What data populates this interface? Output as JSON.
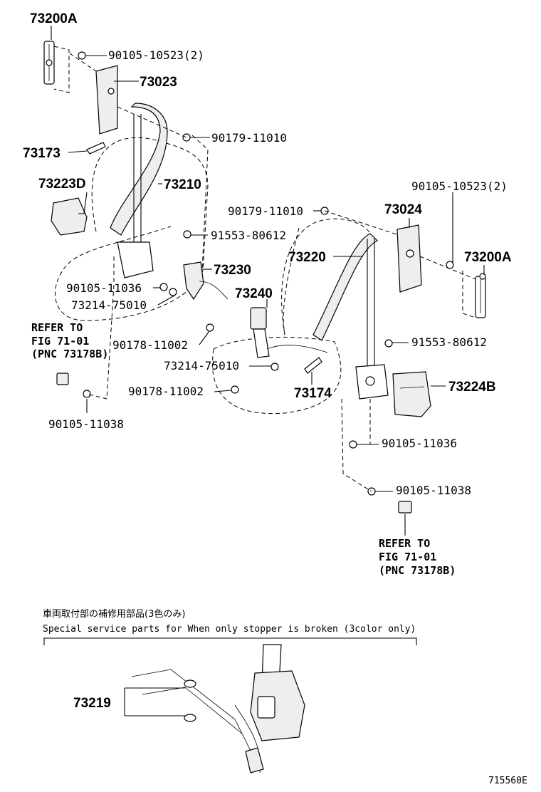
{
  "labels": {
    "p73200A_top": "73200A",
    "p90105_10523_top": "90105-10523(2)",
    "p73023": "73023",
    "p90179_11010_left": "90179-11010",
    "p73173": "73173",
    "p73210": "73210",
    "p73223D": "73223D",
    "p90105_10523_right": "90105-10523(2)",
    "p90179_11010_mid": "90179-11010",
    "p73024": "73024",
    "p91553_80612_left": "91553-80612",
    "p73220": "73220",
    "p73200A_right": "73200A",
    "p73230": "73230",
    "p90105_11036_left": "90105-11036",
    "p73240": "73240",
    "p73214_75010_left": "73214-75010",
    "p90178_11002_left": "90178-11002",
    "p91553_80612_right": "91553-80612",
    "p73214_75010_mid": "73214-75010",
    "p73224B": "73224B",
    "p90178_11002_mid": "90178-11002",
    "p73174": "73174",
    "p90105_11038_left": "90105-11038",
    "p90105_11036_right": "90105-11036",
    "p90105_11038_right": "90105-11038",
    "p73219": "73219"
  },
  "refer_left": {
    "line1": "REFER TO",
    "line2": "FIG 71-01",
    "line3": "(PNC 73178B)"
  },
  "refer_right": {
    "line1": "REFER TO",
    "line2": "FIG 71-01",
    "line3": "(PNC 73178B)"
  },
  "service_note": {
    "japanese": "車両取付部の補修用部品(3色のみ)",
    "english": "Special service parts for When only stopper is broken (3color only)"
  },
  "figure_id": "715560E"
}
